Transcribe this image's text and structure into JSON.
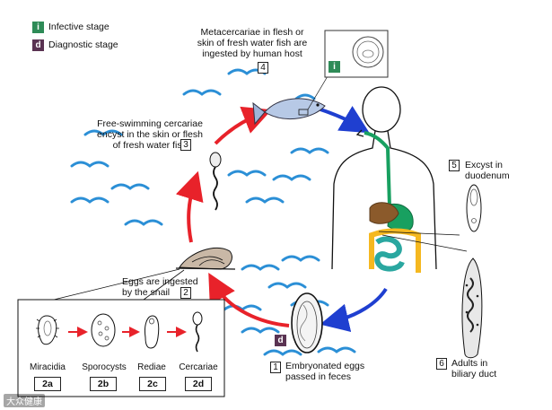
{
  "legend": {
    "infective": {
      "badge": "i",
      "label": "Infective stage",
      "color": "#2e8b57"
    },
    "diagnostic": {
      "badge": "d",
      "label": "Diagnostic stage",
      "color": "#5a3352"
    }
  },
  "steps": {
    "s1": {
      "num": "1",
      "line1": "Embryonated eggs",
      "line2": "passed in feces"
    },
    "s2": {
      "num": "2",
      "line1": "Eggs are ingested",
      "line2": "by the snail"
    },
    "s3": {
      "num": "3",
      "line1": "Free-swimming cercariae",
      "line2": "encyst in the skin or flesh",
      "line3": "of fresh water fish"
    },
    "s4": {
      "num": "4",
      "line1": "Metacercariae in flesh or",
      "line2": "skin of fresh water fish are",
      "line3": "ingested by human host"
    },
    "s5": {
      "num": "5",
      "line1": "Excyst in",
      "line2": "duodenum"
    },
    "s6": {
      "num": "6",
      "line1": "Adults in",
      "line2": "biliary duct"
    }
  },
  "snail_stages": [
    {
      "label": "Miracidia",
      "num": "2a"
    },
    {
      "label": "Sporocysts",
      "num": "2b"
    },
    {
      "label": "Rediae",
      "num": "2c"
    },
    {
      "label": "Cercariae",
      "num": "2d"
    }
  ],
  "badges": {
    "metacercariae": "i",
    "egg": "d"
  },
  "colors": {
    "arrow_red": "#e8222a",
    "arrow_blue": "#1f3fd0",
    "water": "#2b8fd6",
    "intestine": "#18a060",
    "liver": "#8b5a2b",
    "gallbladder": "#f5b820",
    "small_intestine": "#2aa7a0"
  },
  "watermark": "大众健康"
}
